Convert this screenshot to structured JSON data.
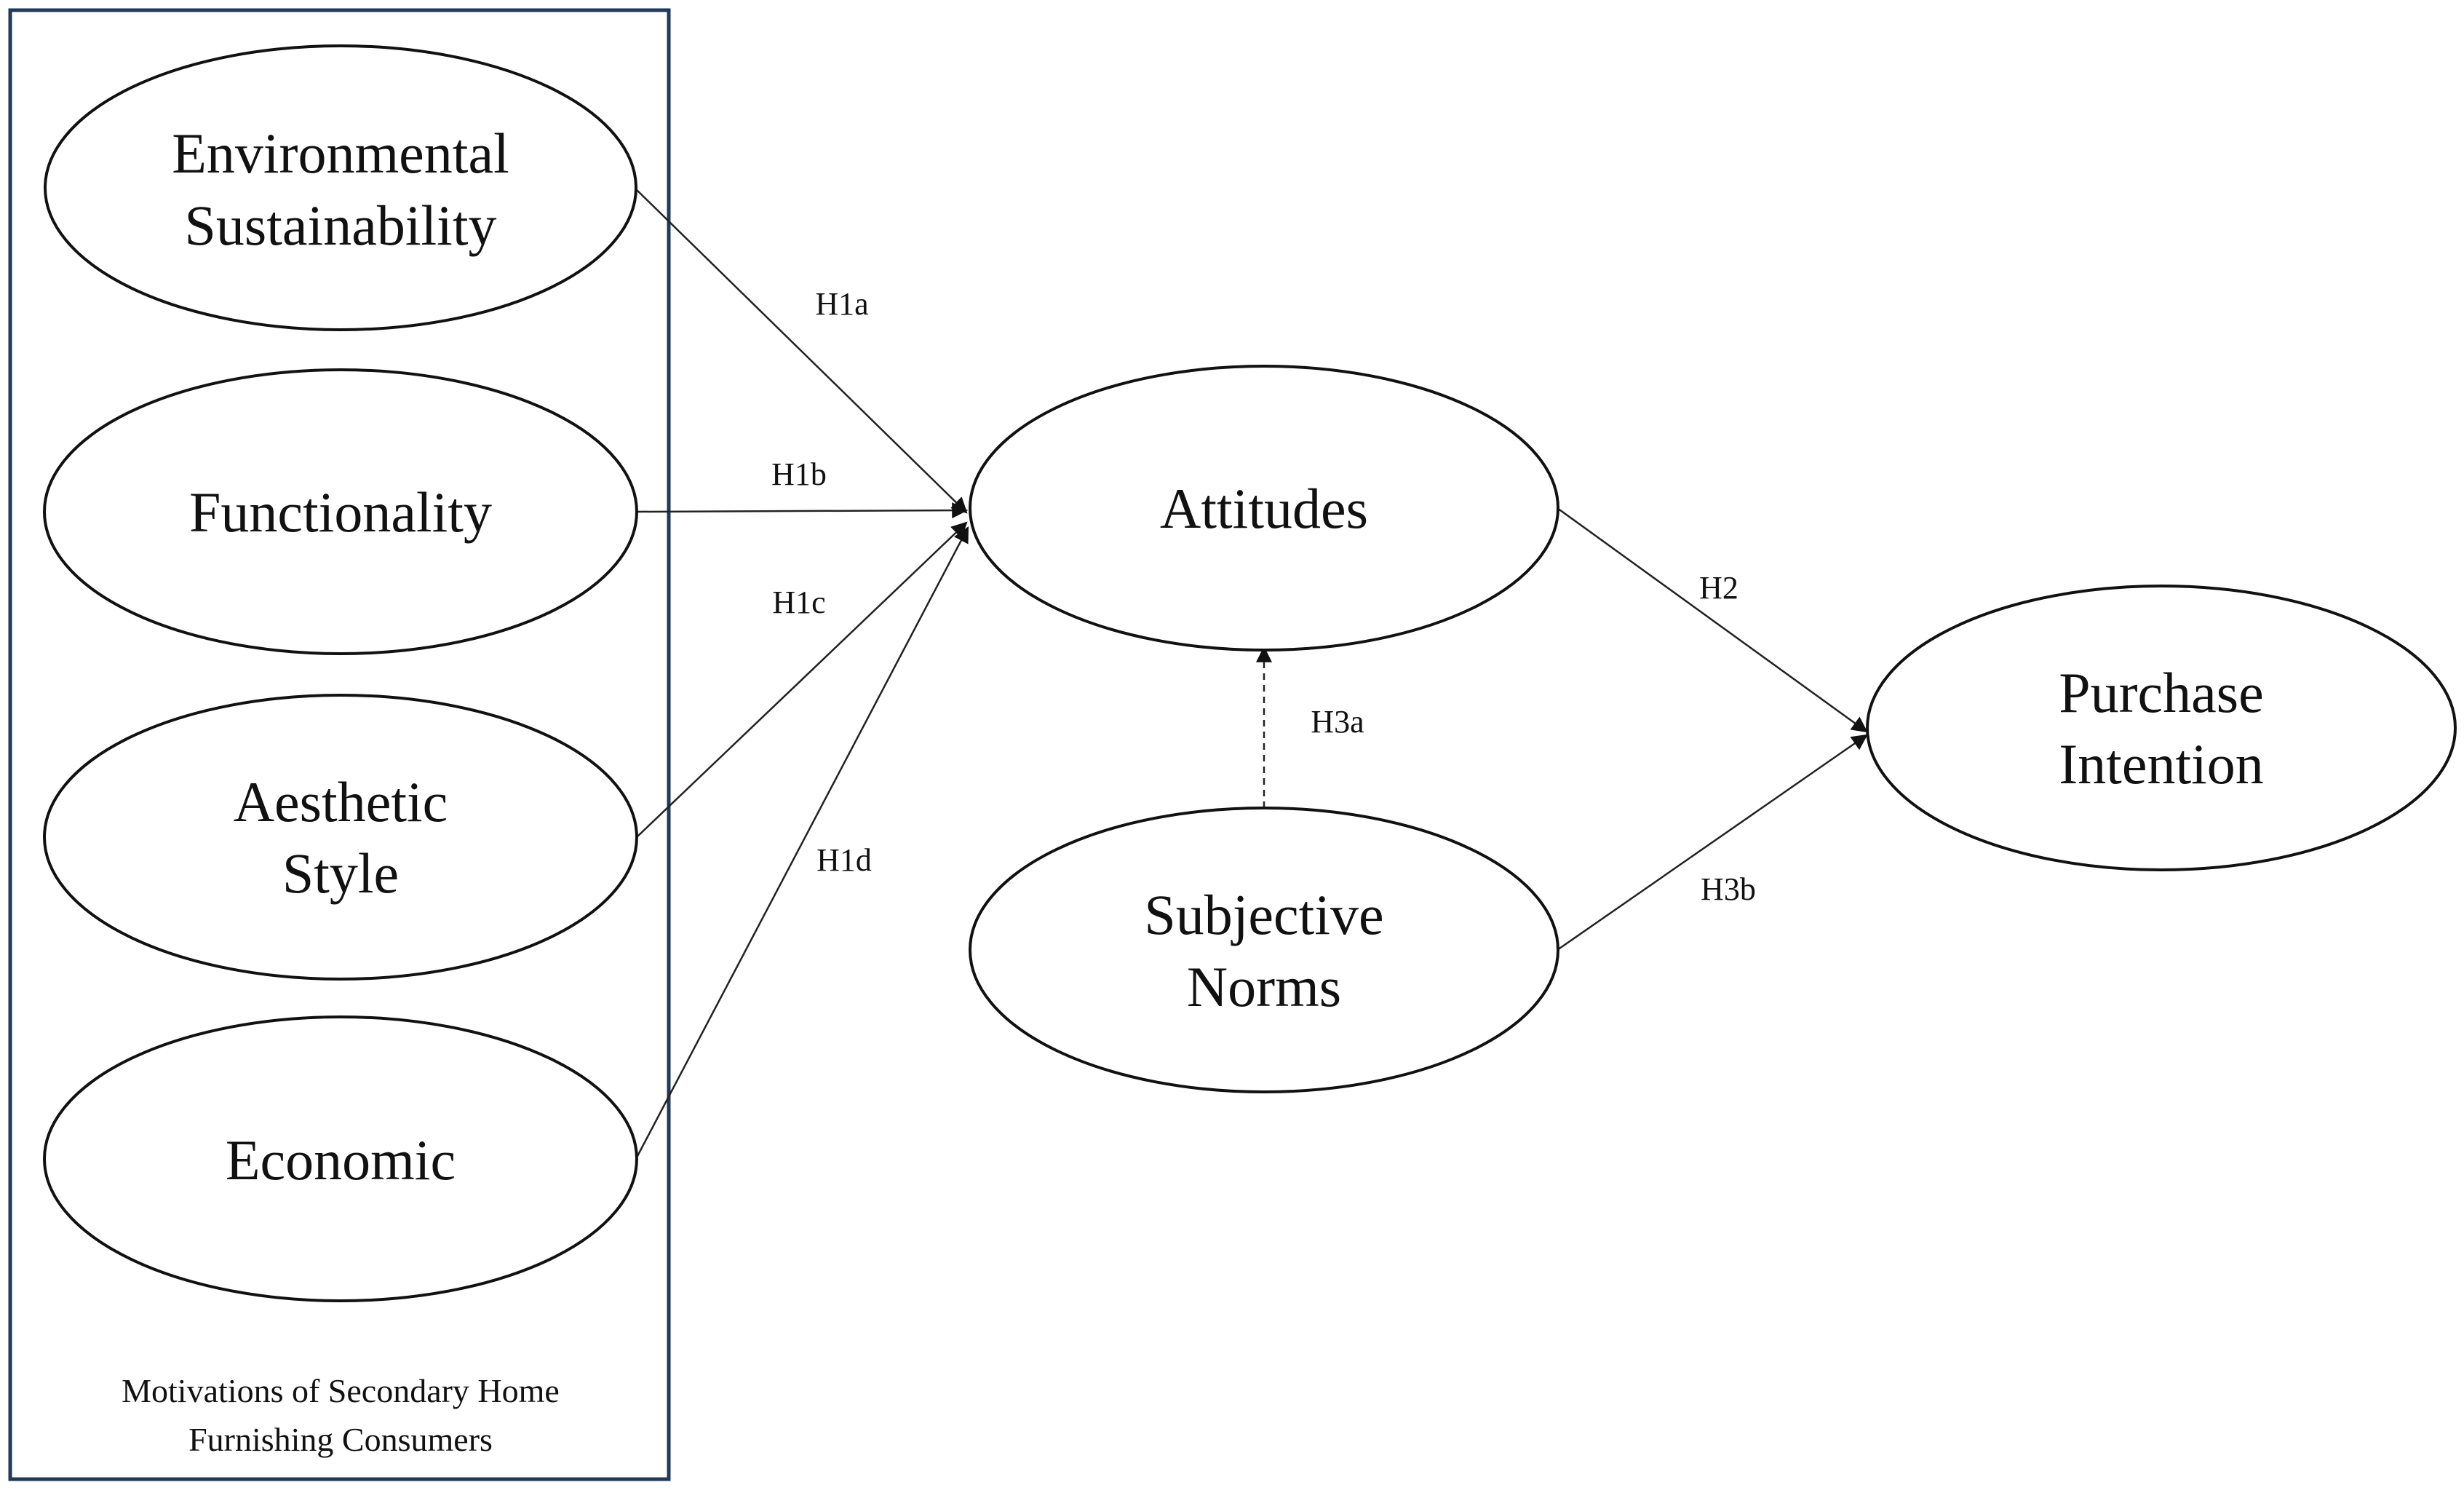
{
  "colors": {
    "box_border": "#1f3a5a",
    "line": "#222222",
    "text": "#111111",
    "background": "#ffffff"
  },
  "group": {
    "caption_line1": "Motivations of Secondary Home",
    "caption_line2": "Furnishing Consumers"
  },
  "nodes": {
    "environmental_sustainability": {
      "line1": "Environmental",
      "line2": "Sustainability"
    },
    "functionality": {
      "line1": "Functionality"
    },
    "aesthetic_style": {
      "line1": "Aesthetic",
      "line2": "Style"
    },
    "economic": {
      "line1": "Economic"
    },
    "attitudes": {
      "line1": "Attitudes"
    },
    "subjective_norms": {
      "line1": "Subjective",
      "line2": "Norms"
    },
    "purchase_intention": {
      "line1": "Purchase",
      "line2": "Intention"
    }
  },
  "edges": {
    "h1a": {
      "label": "H1a",
      "from": "environmental_sustainability",
      "to": "attitudes",
      "style": "solid"
    },
    "h1b": {
      "label": "H1b",
      "from": "functionality",
      "to": "attitudes",
      "style": "solid"
    },
    "h1c": {
      "label": "H1c",
      "from": "aesthetic_style",
      "to": "attitudes",
      "style": "solid"
    },
    "h1d": {
      "label": "H1d",
      "from": "economic",
      "to": "attitudes",
      "style": "solid"
    },
    "h2": {
      "label": "H2",
      "from": "attitudes",
      "to": "purchase_intention",
      "style": "solid"
    },
    "h3a": {
      "label": "H3a",
      "from": "subjective_norms",
      "to": "attitudes",
      "style": "dashed"
    },
    "h3b": {
      "label": "H3b",
      "from": "subjective_norms",
      "to": "purchase_intention",
      "style": "solid"
    }
  }
}
